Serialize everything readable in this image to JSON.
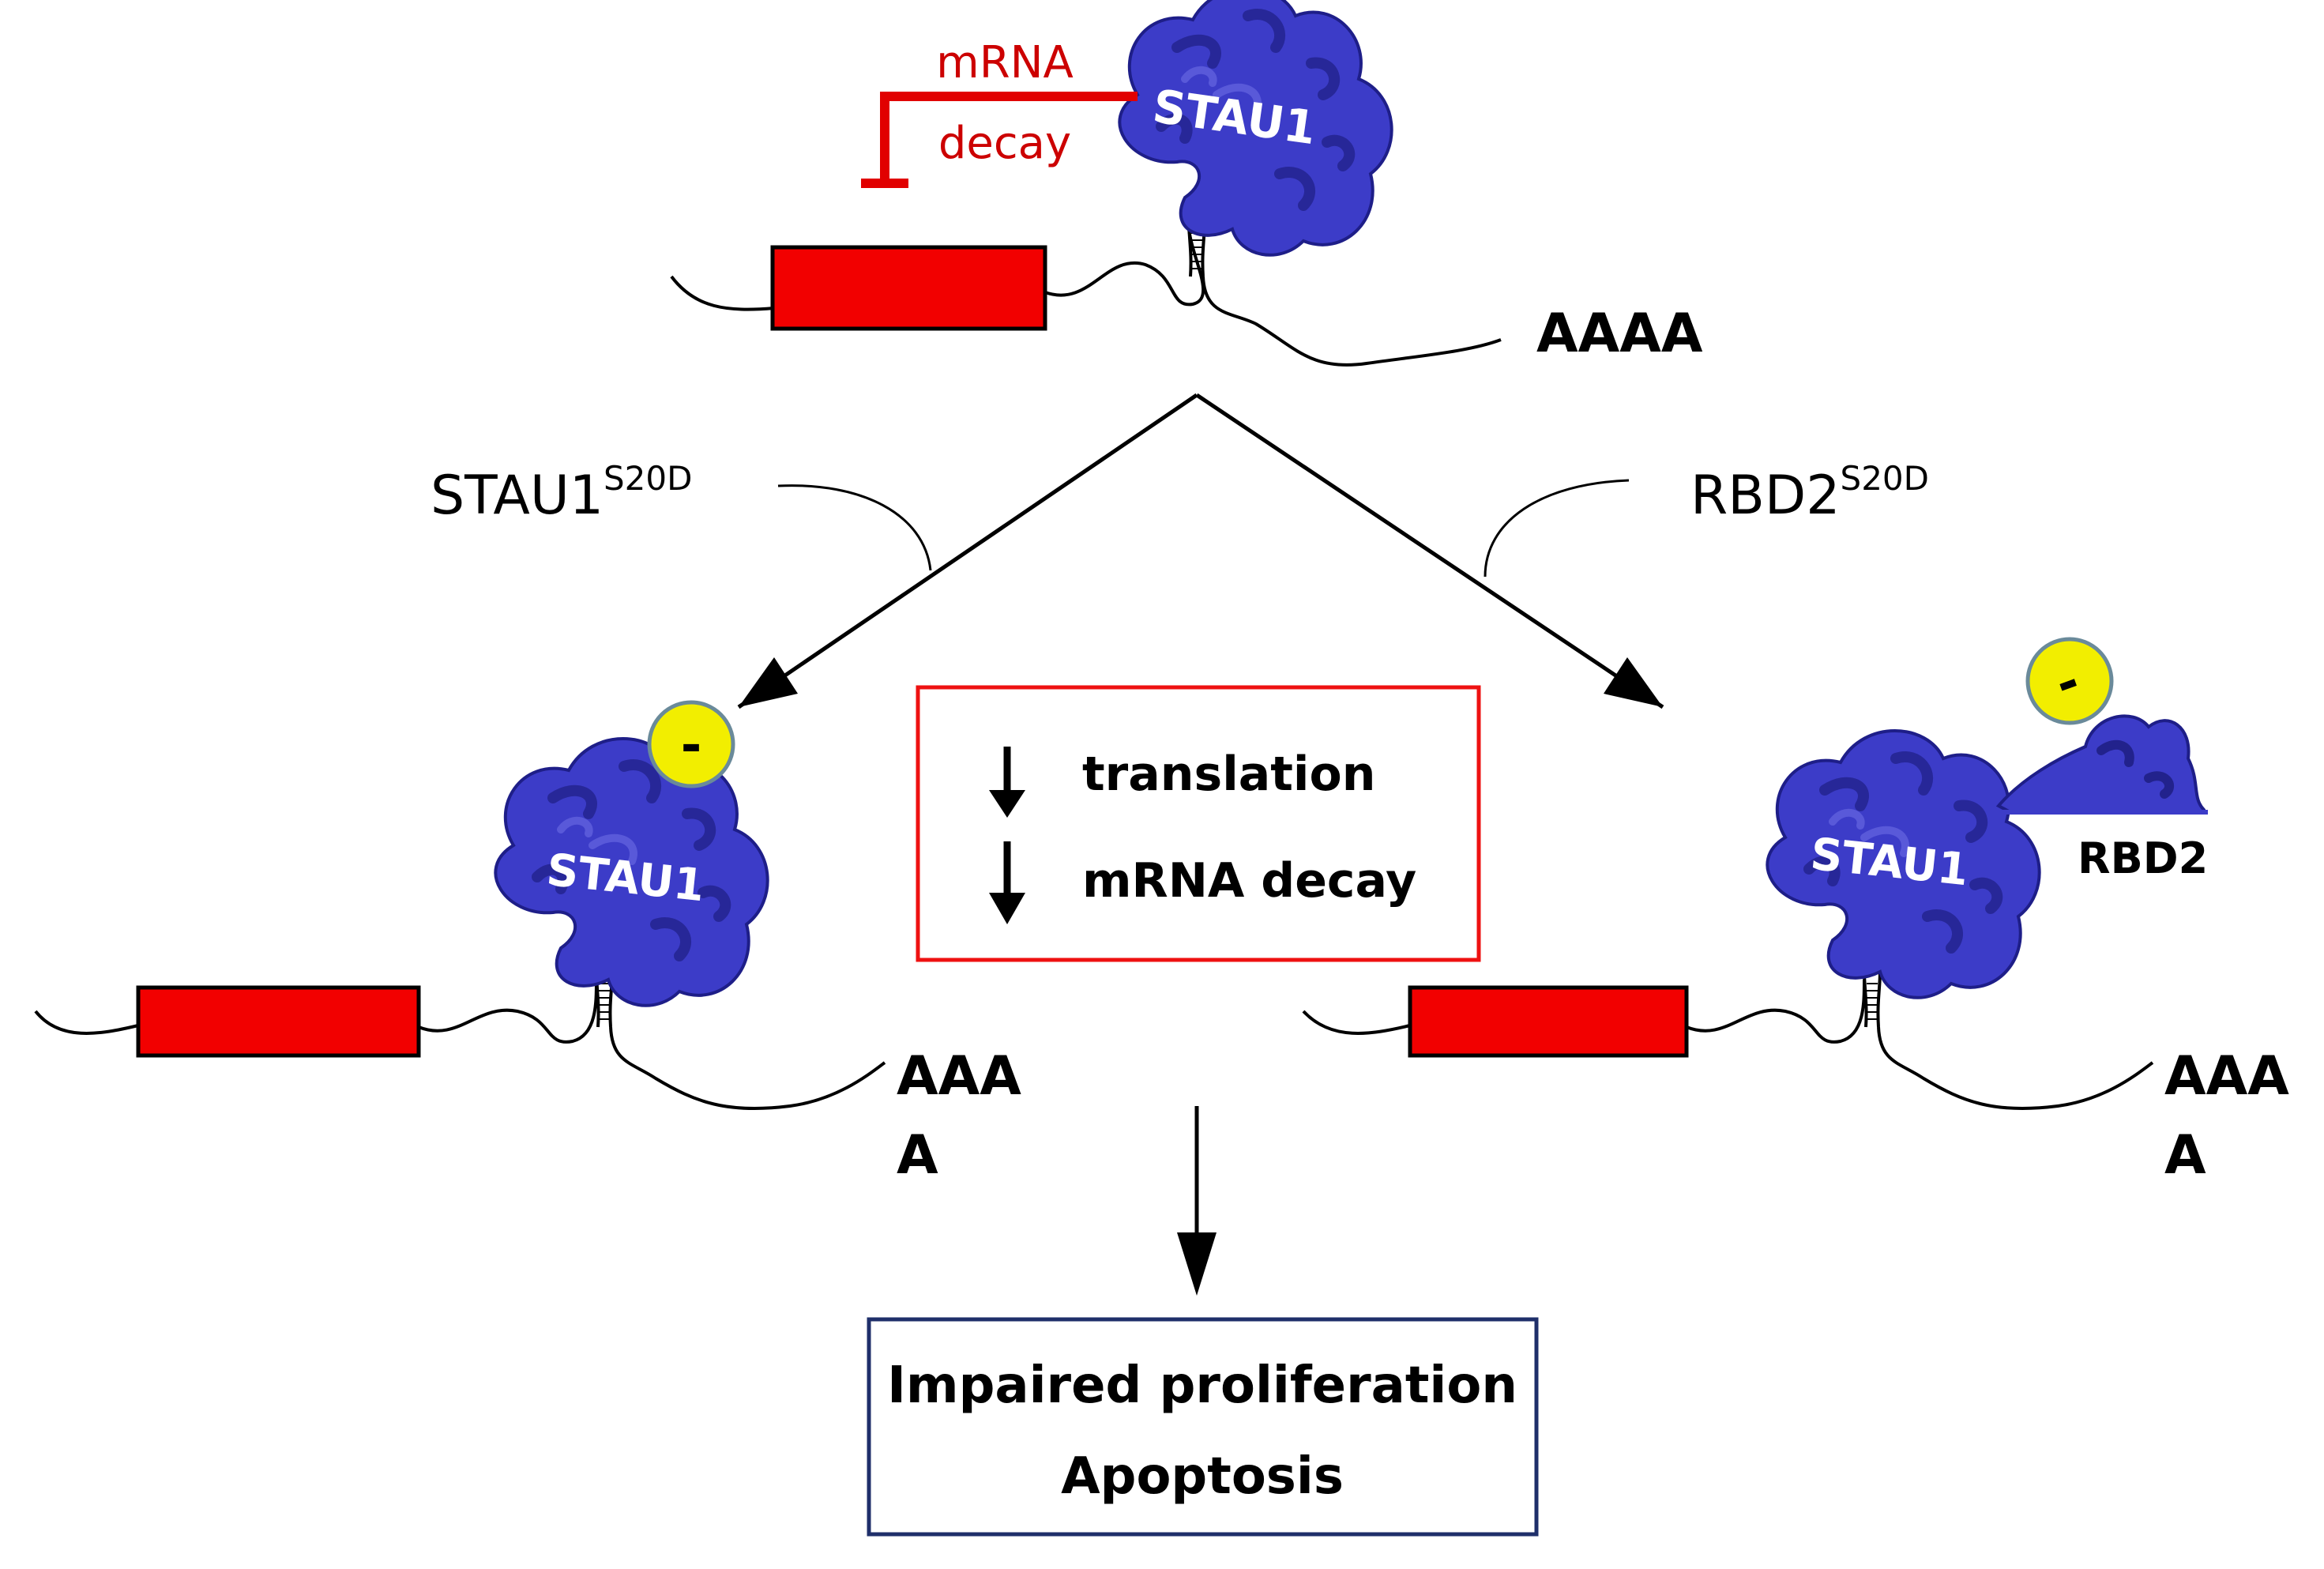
{
  "colors": {
    "cds_red": "#f20000",
    "protein_blue": "#3c3cc8",
    "protein_dark": "#232390",
    "phospho_yellow": "#f2ee00",
    "decay_red": "#cc0000",
    "box_red": "#ee1111",
    "box_navy": "#1f2f6a"
  },
  "top": {
    "protein_label": "STAU1",
    "decay_line1": "mRNA",
    "decay_line2": "decay",
    "polya": "AAAA"
  },
  "branches": {
    "left_label_main": "STAU1",
    "left_label_sup": "S20D",
    "right_label_main": "RBD2",
    "right_label_sup": "S20D"
  },
  "left": {
    "protein_label": "STAU1",
    "charge": "-",
    "polya_line1": "AAA",
    "polya_line2": "A"
  },
  "right": {
    "protein_label": "STAU1",
    "rbd_label": "RBD2",
    "charge": "-",
    "polya_line1": "AAA",
    "polya_line2": "A"
  },
  "effects": {
    "line1": "translation",
    "line2": "mRNA decay"
  },
  "outcome": {
    "line1": "Impaired proliferation",
    "line2": "Apoptosis"
  }
}
